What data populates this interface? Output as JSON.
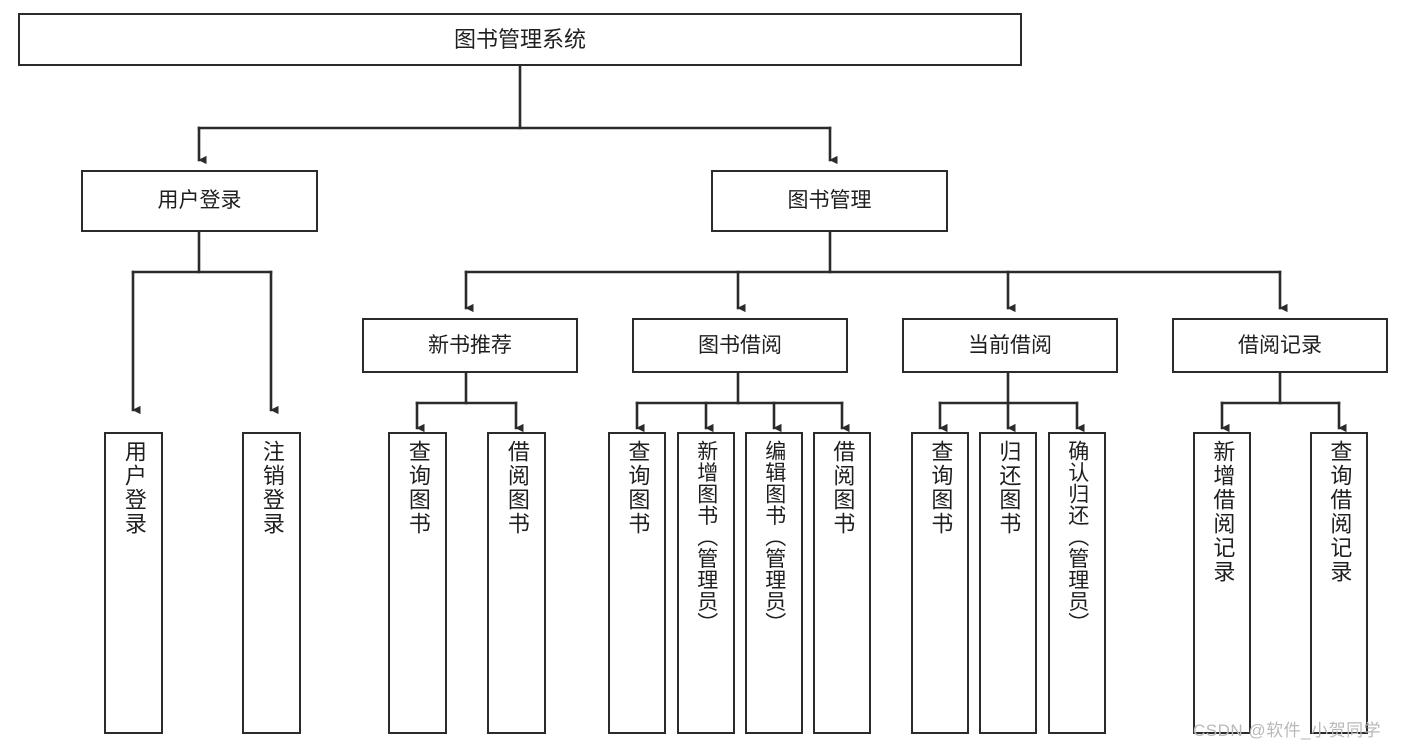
{
  "diagram": {
    "title": "图书管理系统",
    "type": "tree-hierarchy-chart",
    "orientation": "top-down",
    "root": {
      "id": "root",
      "label": "图书管理系统"
    },
    "level2": [
      {
        "id": "user-login",
        "label": "用户登录"
      },
      {
        "id": "book-management",
        "label": "图书管理"
      }
    ],
    "level3": [
      {
        "id": "new-book-recommend",
        "label": "新书推荐",
        "parent": "book-management"
      },
      {
        "id": "book-borrow",
        "label": "图书借阅",
        "parent": "book-management"
      },
      {
        "id": "current-borrow",
        "label": "当前借阅",
        "parent": "book-management"
      },
      {
        "id": "borrow-record",
        "label": "借阅记录",
        "parent": "book-management"
      }
    ],
    "leaves": [
      {
        "id": "leaf-user-login",
        "label": "用户登录",
        "parent": "user-login"
      },
      {
        "id": "leaf-logout-login",
        "label": "注销登录",
        "parent": "user-login"
      },
      {
        "id": "leaf-query-book-1",
        "label": "查询图书",
        "parent": "new-book-recommend"
      },
      {
        "id": "leaf-borrow-book-1",
        "label": "借阅图书",
        "parent": "new-book-recommend"
      },
      {
        "id": "leaf-query-book-2",
        "label": "查询图书",
        "parent": "book-borrow"
      },
      {
        "id": "leaf-add-book-admin",
        "label": "新增图书（管理员）",
        "parent": "book-borrow"
      },
      {
        "id": "leaf-edit-book-admin",
        "label": "编辑图书（管理员）",
        "parent": "book-borrow"
      },
      {
        "id": "leaf-borrow-book-2",
        "label": "借阅图书",
        "parent": "book-borrow"
      },
      {
        "id": "leaf-query-book-3",
        "label": "查询图书",
        "parent": "current-borrow"
      },
      {
        "id": "leaf-return-book",
        "label": "归还图书",
        "parent": "current-borrow"
      },
      {
        "id": "leaf-confirm-return-admin",
        "label": "确认归还（管理员）",
        "parent": "current-borrow"
      },
      {
        "id": "leaf-add-borrow-record",
        "label": "新增借阅记录",
        "parent": "borrow-record"
      },
      {
        "id": "leaf-query-borrow-record",
        "label": "查询借阅记录",
        "parent": "borrow-record"
      }
    ],
    "watermark": "CSDN @软件_小贺同学",
    "colors": {
      "stroke": "#2b2b2b",
      "background": "#ffffff",
      "text": "#1f1f1f",
      "watermark": "#b9b9b9"
    }
  }
}
